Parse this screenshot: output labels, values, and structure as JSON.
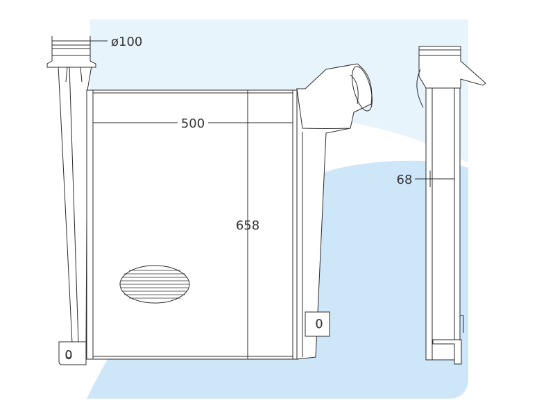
{
  "dimensions": {
    "pipe_diameter": "ø100",
    "width": "500",
    "height": "658",
    "depth": "68"
  },
  "bracket_labels": {
    "left": "0",
    "right": "0"
  },
  "colors": {
    "background_light": "#e8f4fc",
    "background_mid": "#cde6f8",
    "line": "#2b2b2b"
  }
}
